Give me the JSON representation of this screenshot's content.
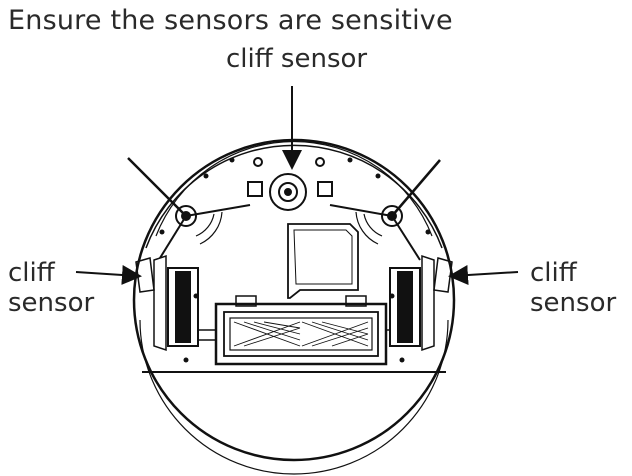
{
  "heading": "Ensure the sensors are sensitive",
  "labels": {
    "top": "cliff sensor",
    "left": [
      "cliff",
      "sensor"
    ],
    "right": [
      "cliff",
      "sensor"
    ]
  },
  "colors": {
    "line": "#111111",
    "text": "#2a2a2a"
  }
}
